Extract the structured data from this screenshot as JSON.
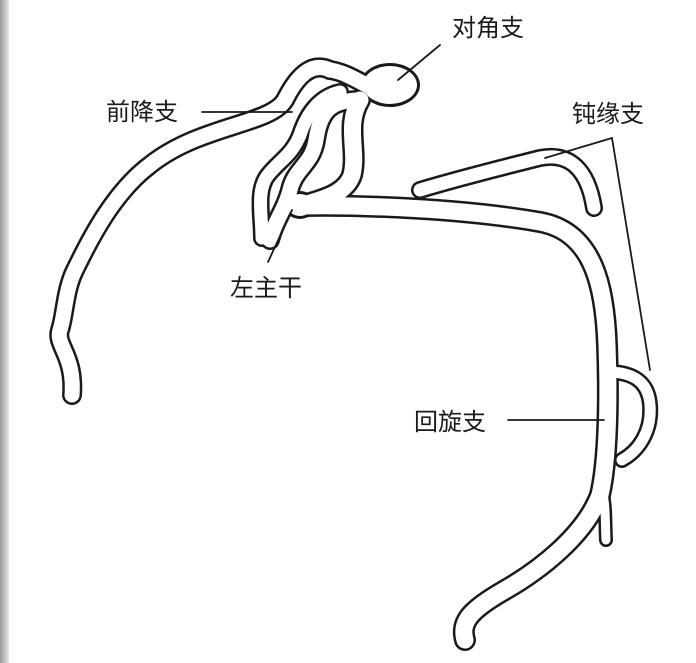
{
  "title": "",
  "labels": {
    "diagonal_branch": "对角支",
    "lad_branch": "前降支",
    "obtuse_marginal_branch": "钝缘支",
    "left_main_trunk": "左主干",
    "circumflex_branch": "回旋支"
  },
  "colors": {
    "line": "#1a1a1a",
    "background": "#ffffff",
    "edge_bar": "#bdbdbd"
  }
}
